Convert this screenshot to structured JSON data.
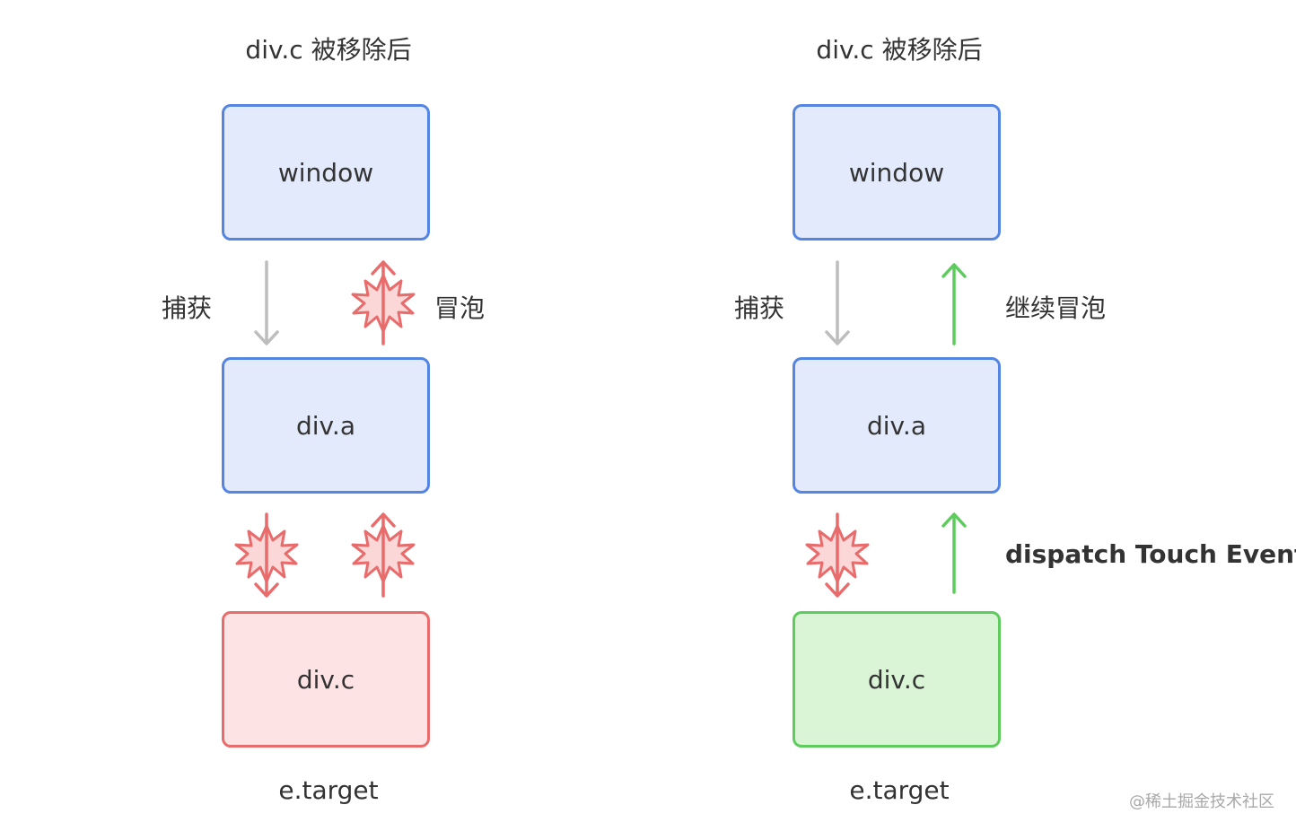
{
  "left": {
    "title": "div.c 被移除后",
    "window_label": "window",
    "diva_label": "div.a",
    "divc_label": "div.c",
    "capture_label": "捕获",
    "bubble_label": "冒泡",
    "target_label": "e.target"
  },
  "right": {
    "title": "div.c 被移除后",
    "window_label": "window",
    "diva_label": "div.a",
    "divc_label": "div.c",
    "capture_label": "捕获",
    "bubble_label": "继续冒泡",
    "dispatch_label": "dispatch Touch Event",
    "target_label": "e.target"
  },
  "watermark": "@稀土掘金技术社区",
  "colors": {
    "blue_border": "#5585e3",
    "blue_fill": "#e2eafc",
    "red_border": "#e86c6c",
    "red_fill": "#fde3e3",
    "green_border": "#5dcc5d",
    "green_fill": "#daf4d6",
    "gray_arrow": "#bdbdbd"
  }
}
